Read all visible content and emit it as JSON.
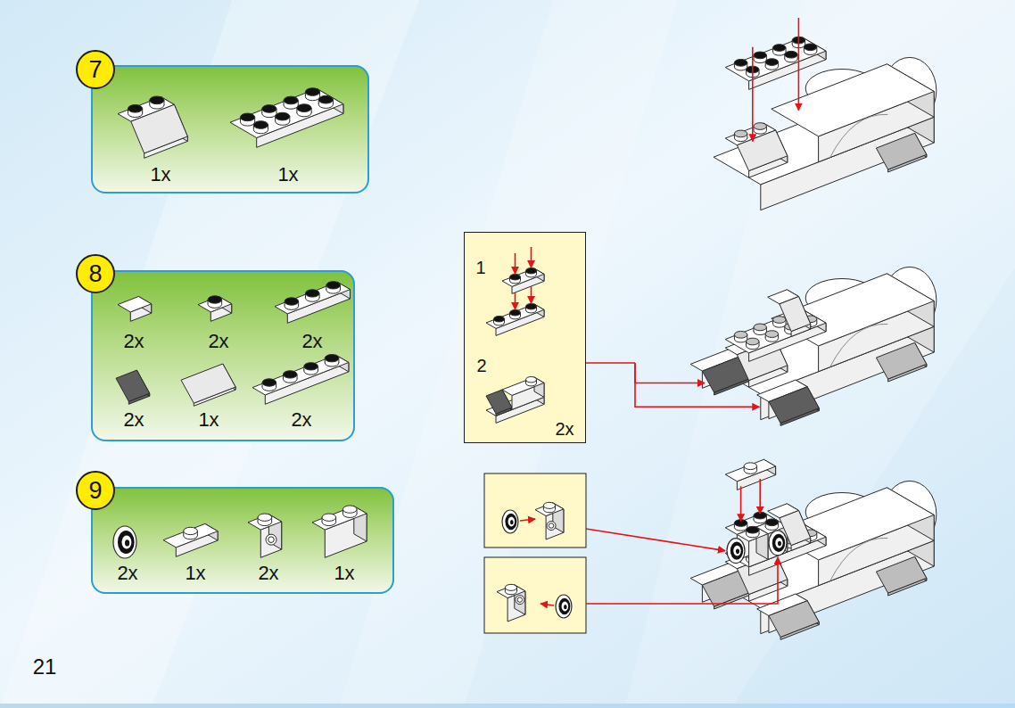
{
  "diagram": {
    "nodes": [
      {
        "text": [
          "1x",
          "1x"
        ]
      },
      {
        "text": [
          "7"
        ],
        "in": 0
      },
      {
        "text": [
          "2x",
          "2x",
          "2x",
          "2x",
          "1x",
          "2x"
        ]
      },
      {
        "text": [
          "8"
        ],
        "in": 2
      },
      {
        "text": [
          "2x",
          "1x",
          "2x",
          "1x"
        ]
      },
      {
        "text": [
          "9"
        ],
        "in": 4
      },
      {
        "text": [
          "1",
          "2",
          "2x"
        ]
      }
    ],
    "labels": [
      "21"
    ]
  }
}
